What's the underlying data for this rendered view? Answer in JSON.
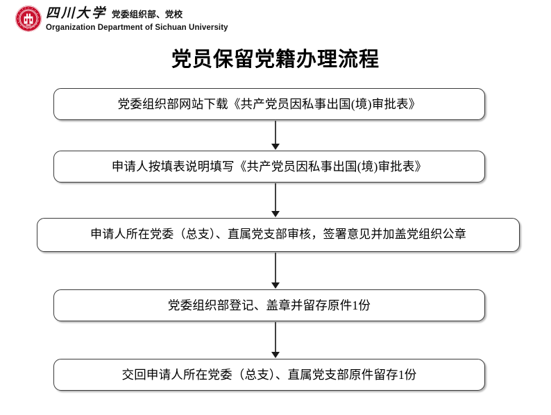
{
  "header": {
    "logo_icon": "sichuan-university-seal-icon",
    "logo_color": "#C8102E",
    "university_name_cn": "四川大学",
    "department_cn": "党委组织部、党校",
    "department_en": "Organization Department of Sichuan University"
  },
  "title": "党员保留党籍办理流程",
  "flowchart": {
    "type": "vertical-flow",
    "arrow_color": "#404040",
    "box_border_color": "#3a3a3a",
    "steps": [
      {
        "id": "step-1",
        "label": "党委组织部网站下载《共产党员因私事出国(境)审批表》"
      },
      {
        "id": "step-2",
        "label": "申请人按填表说明填写《共产党员因私事出国(境)审批表》"
      },
      {
        "id": "step-3",
        "label": "申请人所在党委（总支）、直属党支部审核，签署意见并加盖党组织公章"
      },
      {
        "id": "step-4",
        "label": "党委组织部登记、盖章并留存原件1份"
      },
      {
        "id": "step-5",
        "label": "交回申请人所在党委（总支）、直属党支部原件留存1份"
      }
    ],
    "connectors": [
      {
        "id": "arrow-1",
        "from": "step-1",
        "to": "step-2"
      },
      {
        "id": "arrow-2",
        "from": "step-2",
        "to": "step-3"
      },
      {
        "id": "arrow-3",
        "from": "step-3",
        "to": "step-4"
      },
      {
        "id": "arrow-4",
        "from": "step-4",
        "to": "step-5"
      }
    ]
  }
}
